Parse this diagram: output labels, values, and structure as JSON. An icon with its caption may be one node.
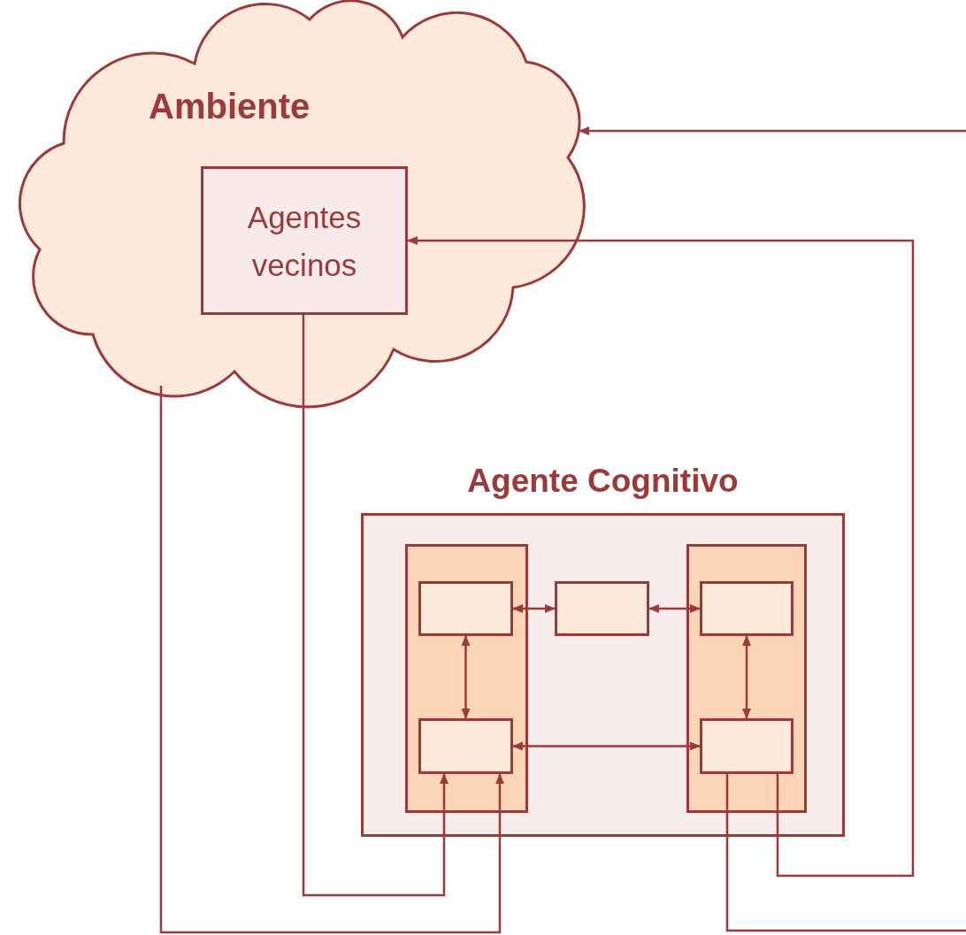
{
  "diagram": {
    "nodes": [
      {
        "text": [
          "Ambiente"
        ]
      },
      {
        "text": [
          "Agentes vecinos"
        ],
        "in": 0
      },
      {
        "text": [
          "Agente Cognitivo"
        ]
      },
      {
        "text": [],
        "shape": "box",
        "in": 2
      },
      {
        "text": [],
        "shape": "box",
        "in": 3
      },
      {
        "text": [],
        "shape": "box",
        "in": 3
      },
      {
        "text": [],
        "shape": "box",
        "in": 2
      },
      {
        "text": [],
        "shape": "box",
        "in": 2
      },
      {
        "text": [],
        "shape": "box",
        "in": 7
      },
      {
        "text": [],
        "shape": "box",
        "in": 7
      }
    ],
    "edges": [
      {
        "from": 4,
        "to": 6,
        "arrow": "both"
      },
      {
        "from": 6,
        "to": 8,
        "arrow": "both"
      },
      {
        "from": 4,
        "to": 5,
        "arrow": "both"
      },
      {
        "from": 8,
        "to": 9,
        "arrow": "both"
      },
      {
        "from": 5,
        "to": 9,
        "arrow": "both"
      },
      {
        "from": 1,
        "to": 5,
        "arrow": "to"
      },
      {
        "from": 0,
        "to": 5,
        "arrow": "to"
      },
      {
        "from": 9,
        "to": 1,
        "arrow": "to"
      },
      {
        "from": 9,
        "to": 0,
        "arrow": "to"
      }
    ]
  }
}
